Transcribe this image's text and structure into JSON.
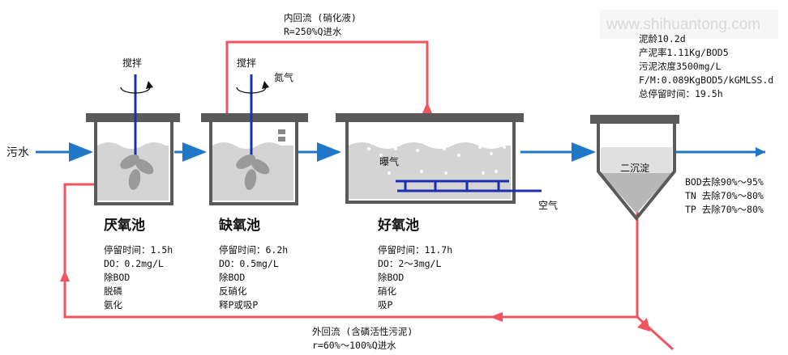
{
  "watermark": "www.shihuantong.com",
  "labels": {
    "inlet": "污水",
    "stir1": "搅拌",
    "stir2": "搅拌",
    "nitrogen": "氮气",
    "aeration": "曝气",
    "air": "空气",
    "clarifier": "二沉淀"
  },
  "internal_recycle": {
    "line1": "内回流  (硝化液)",
    "line2": "R=250%Q进水"
  },
  "external_recycle": {
    "line1": "外回流  (含磷活性污泥)",
    "line2": "r=60%～100%Q进水"
  },
  "tanks": [
    {
      "name": "厌氧池",
      "lines": [
        "停留时间：1.5h",
        "DO：0.2mg/L",
        "除BOD",
        "脱磷",
        "氨化"
      ]
    },
    {
      "name": "缺氧池",
      "lines": [
        "停留时间：6.2h",
        "DO：0.5mg/L",
        "除BOD",
        "反硝化",
        "释P或吸P"
      ]
    },
    {
      "name": "好氧池",
      "lines": [
        "停留时间：11.7h",
        "DO：2～3mg/L",
        "除BOD",
        "硝化",
        "吸P"
      ]
    }
  ],
  "params": [
    "泥龄10.2d",
    "产泥率1.11Kg/BOD5",
    "污泥浓度3500mg/L",
    "F/M:0.089KgBOD5/kGMLSS.d",
    "总停留时间：19.5h"
  ],
  "removal": [
    "BOD去除90%～95%",
    "TN 去除70%～80%",
    "TP 去除70%～80%"
  ],
  "colors": {
    "water": "#1f77c8",
    "recycle": "#f0555f",
    "tank": "#5a5a5a",
    "liquid": "#d4d4d4",
    "aerator": "#1c2fb0"
  }
}
